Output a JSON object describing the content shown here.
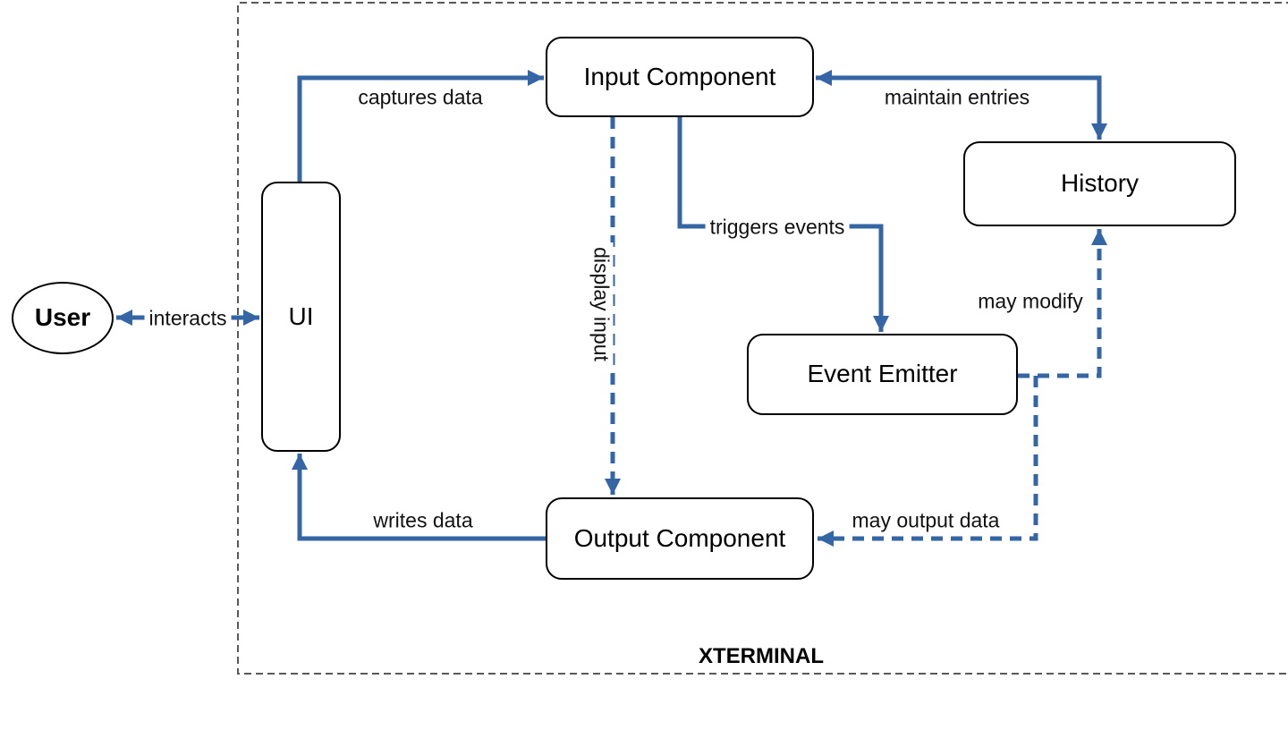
{
  "diagram": {
    "container": {
      "label": "XTERMINAL",
      "border_style": "dashed",
      "border_color": "#595959"
    },
    "colors": {
      "arrow": "#3465a4",
      "node_border": "#000000",
      "background": "#ffffff",
      "text": "#000000"
    },
    "nodes": [
      {
        "id": "user",
        "label": "User",
        "shape": "ellipse",
        "inside_container": false
      },
      {
        "id": "ui",
        "label": "UI",
        "shape": "rounded-rect",
        "inside_container": true
      },
      {
        "id": "input",
        "label": "Input Component",
        "shape": "rounded-rect",
        "inside_container": true
      },
      {
        "id": "history",
        "label": "History",
        "shape": "rounded-rect",
        "inside_container": true
      },
      {
        "id": "event_emitter",
        "label": "Event Emitter",
        "shape": "rounded-rect",
        "inside_container": true
      },
      {
        "id": "output",
        "label": "Output Component",
        "shape": "rounded-rect",
        "inside_container": true
      }
    ],
    "edges": [
      {
        "from": "user",
        "to": "ui",
        "label": "interacts",
        "style": "solid",
        "direction": "both"
      },
      {
        "from": "ui",
        "to": "input",
        "label": "captures data",
        "style": "solid",
        "direction": "forward"
      },
      {
        "from": "input",
        "to": "history",
        "label": "maintain entries",
        "style": "solid",
        "direction": "both"
      },
      {
        "from": "input",
        "to": "event_emitter",
        "label": "triggers events",
        "style": "solid",
        "direction": "forward"
      },
      {
        "from": "input",
        "to": "output",
        "label": "display input",
        "style": "dashed",
        "direction": "forward"
      },
      {
        "from": "event_emitter",
        "to": "history",
        "label": "may modify",
        "style": "dashed",
        "direction": "forward"
      },
      {
        "from": "event_emitter",
        "to": "output",
        "label": "may output data",
        "style": "dashed",
        "direction": "forward"
      },
      {
        "from": "output",
        "to": "ui",
        "label": "writes data",
        "style": "solid",
        "direction": "forward"
      }
    ]
  }
}
